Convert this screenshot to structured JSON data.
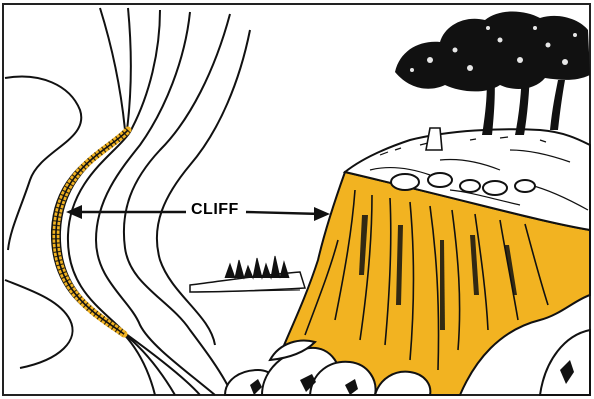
{
  "diagram": {
    "label": "CLIFF",
    "colors": {
      "highlight": "#f2b321",
      "ink": "#111111",
      "background": "#ffffff"
    },
    "panels": [
      "contour-map",
      "cliff-illustration"
    ]
  }
}
